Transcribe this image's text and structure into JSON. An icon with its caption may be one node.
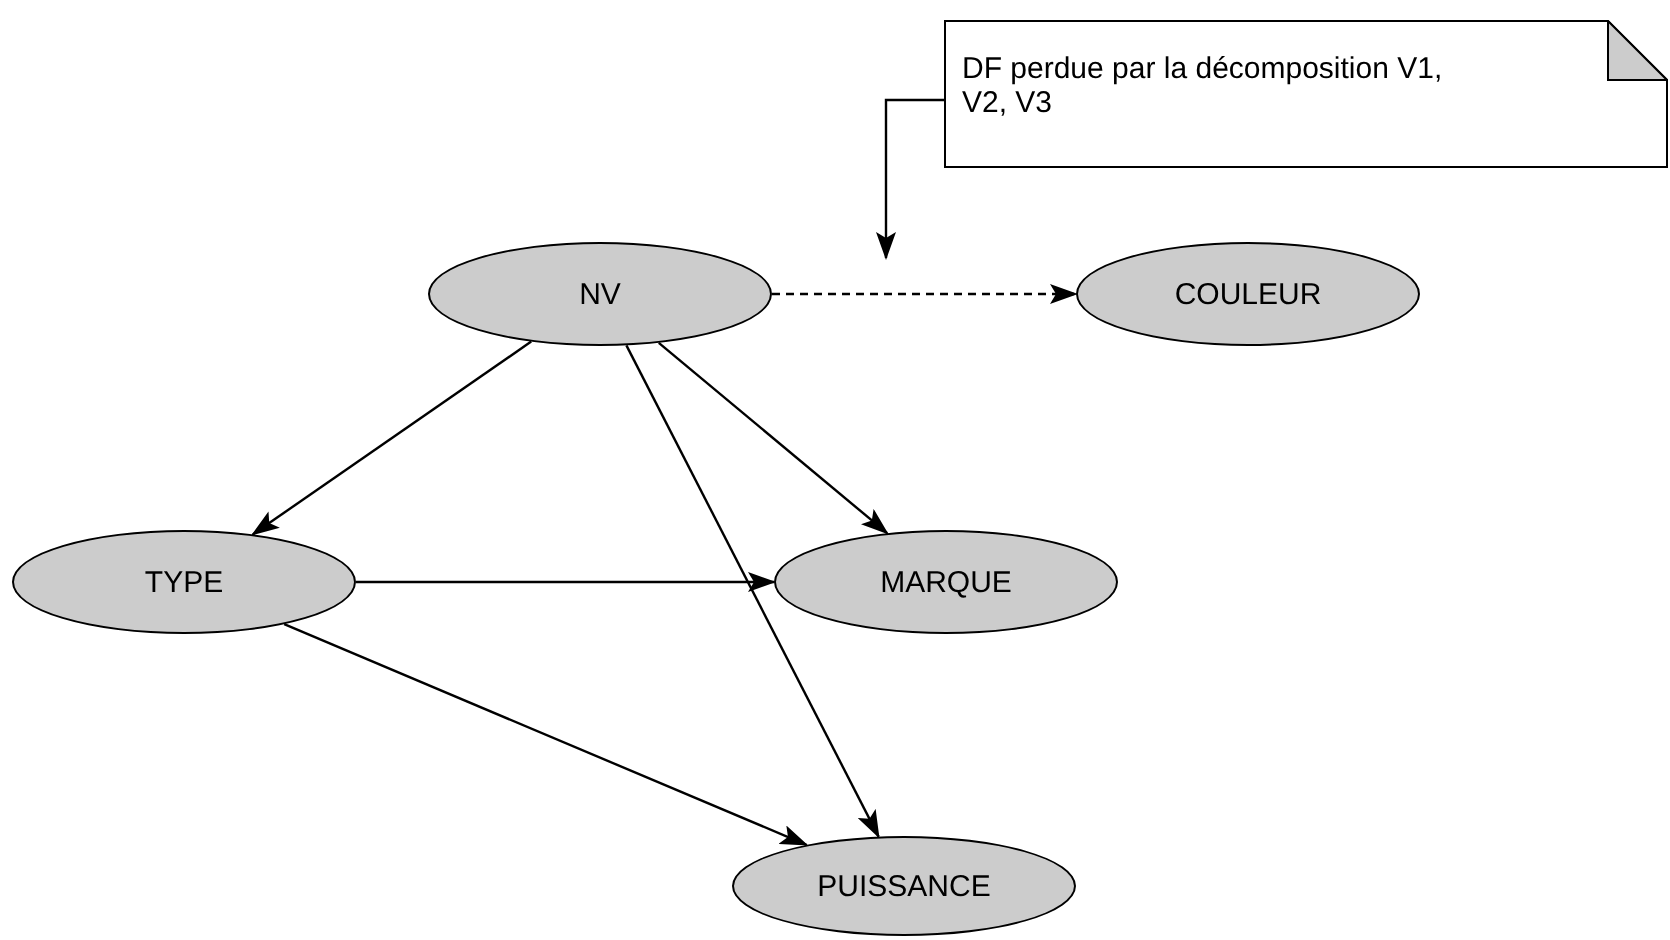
{
  "diagram": {
    "nodes": [
      {
        "text": [
          "DF perdue par la décomposition V1, V2, V3"
        ]
      },
      {
        "text": [
          "NV"
        ]
      },
      {
        "text": [
          "COULEUR"
        ]
      },
      {
        "text": [
          "TYPE"
        ]
      },
      {
        "text": [
          "MARQUE"
        ]
      },
      {
        "text": [
          "PUISSANCE"
        ]
      }
    ],
    "edges": [
      {
        "from": 0,
        "to": null,
        "arrow": "to"
      },
      {
        "from": 1,
        "to": 2,
        "arrow": "to",
        "style": "dashed"
      },
      {
        "from": 1,
        "to": 3,
        "arrow": "to"
      },
      {
        "from": 1,
        "to": 4,
        "arrow": "to"
      },
      {
        "from": 1,
        "to": 5,
        "arrow": "to"
      },
      {
        "from": 3,
        "to": 4,
        "arrow": "to"
      },
      {
        "from": 3,
        "to": 5,
        "arrow": "to"
      }
    ]
  }
}
